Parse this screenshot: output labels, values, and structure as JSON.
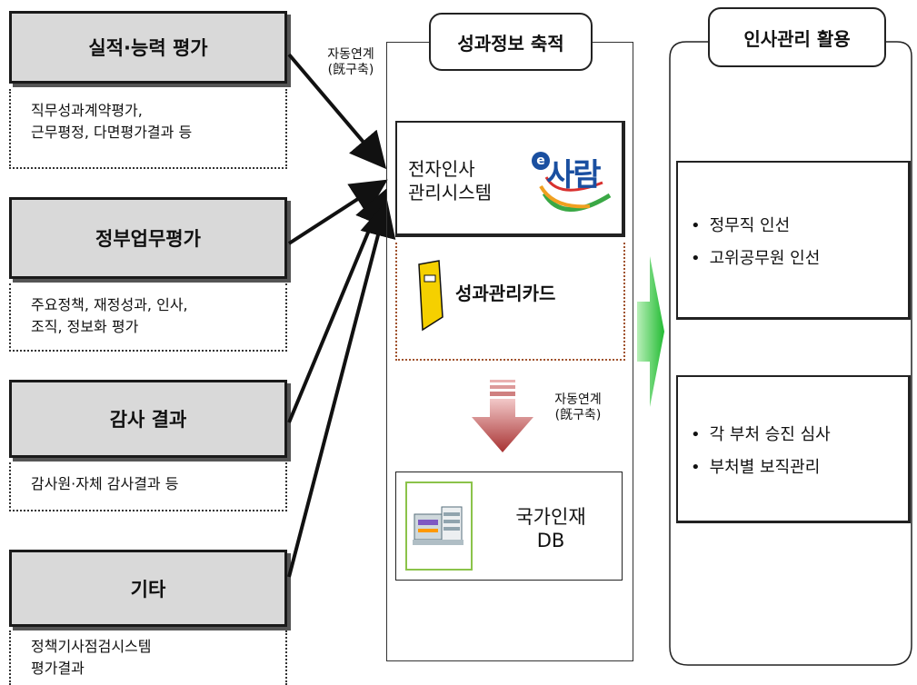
{
  "sources": [
    {
      "title": "실적·능력 평가",
      "details": [
        "직무성과계약평가,",
        "근무평정, 다면평가결과 등"
      ]
    },
    {
      "title": "정부업무평가",
      "details": [
        "주요정책, 재정성과, 인사,",
        "조직, 정보화 평가"
      ]
    },
    {
      "title": "감사 결과",
      "details": [
        "감사원·자체 감사결과 등"
      ]
    },
    {
      "title": "기타",
      "details": [
        "정책기사점검시스템",
        "평가결과"
      ]
    }
  ],
  "link_label": {
    "line1": "자동연계",
    "line2": "(旣구축)"
  },
  "accumulation": {
    "header": "성과정보 축적",
    "ehr_title_line1": "전자인사",
    "ehr_title_line2": "관리시스템",
    "ehr_logo_e": "e",
    "ehr_logo_text": "사람",
    "card_label": "성과관리카드",
    "db_label_line1": "국가인재",
    "db_label_line2": "DB"
  },
  "hr_use": {
    "header": "인사관리 활용",
    "group1": [
      "정무직 인선",
      "고위공무원 인선"
    ],
    "group2": [
      "각 부처 승진 심사",
      "부처별 보직관리"
    ]
  },
  "colors": {
    "arrow_green": "#2ecc40",
    "arrow_red": "#a83232",
    "card_yellow": "#f5d000",
    "dotted_brown": "#a0522d"
  }
}
